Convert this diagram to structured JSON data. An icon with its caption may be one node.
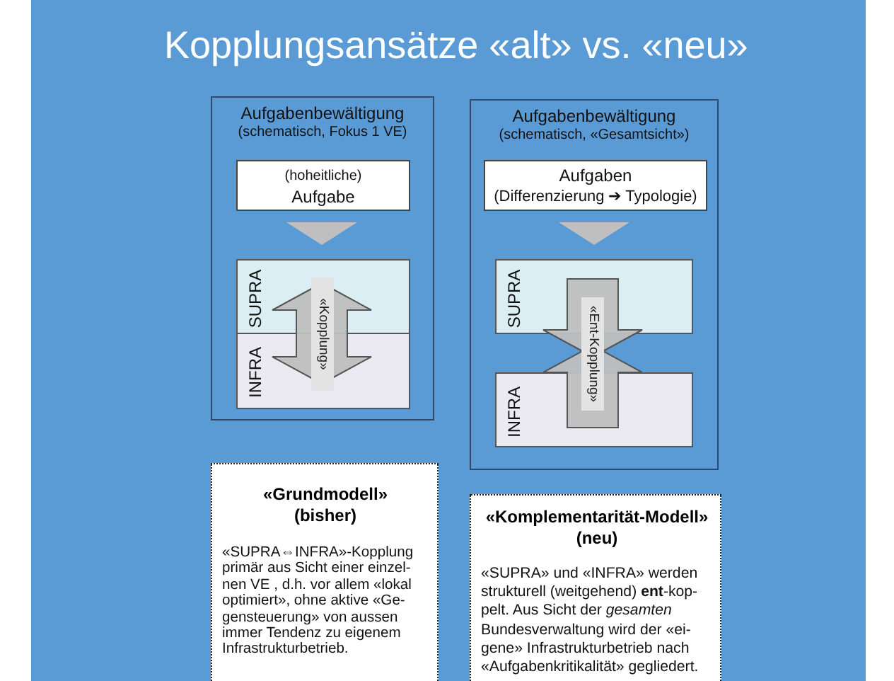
{
  "diagram": {
    "title": "Kopplungsansätze «alt» vs. «neu»",
    "nodes": [
      {
        "text": [
          "Aufgabenbewältigung",
          "(schematisch, Fokus 1 VE)"
        ]
      },
      {
        "text": [
          "(hoheitliche)",
          "Aufgabe"
        ],
        "in": 0
      },
      {
        "text": [
          "SUPRA"
        ],
        "in": 0
      },
      {
        "text": [
          "INFRA"
        ],
        "in": 0
      },
      {
        "text": [
          "Aufgabenbewältigung",
          "(schematisch, «Gesamtsicht»)"
        ]
      },
      {
        "text": [
          "Aufgaben",
          "(Differenzierung ➔ Typologie)"
        ],
        "in": 4
      },
      {
        "text": [
          "SUPRA"
        ],
        "in": 4
      },
      {
        "text": [
          "INFRA"
        ],
        "in": 4
      },
      {
        "text": [
          "«Grundmodell» (bisher)",
          "«SUPRA⇔INFRA»-Kopplung primär aus Sicht einer einzel- nen VE , d.h. vor allem «lokal optimiert», ohne aktive «Ge- gensteuerung» von aussen immer Tendenz zu eigenem Infrastrukturbetrieb."
        ]
      },
      {
        "text": [
          "«Komplementarität-Modell» (neu)",
          "«SUPRA» und «INFRA» werden strukturell (weitgehend) **ent**-kop- pelt. Aus Sicht der *gesamten* Bundesverwaltung wird der «ei- gene» Infrastrukturbetrieb nach «Aufgabenkritikalität» gegliedert."
        ]
      }
    ],
    "edges": [
      {
        "from": 1,
        "to": 2,
        "arrow": "to"
      },
      {
        "from": 5,
        "to": 6,
        "arrow": "to"
      },
      {
        "from": 2,
        "to": 3,
        "arrow": "both",
        "label": "«Kopplung»"
      },
      {
        "from": 6,
        "to": 7,
        "arrow": "to",
        "label": "«Ent-Kopplung»"
      },
      {
        "from": 7,
        "to": 6,
        "arrow": "to"
      }
    ]
  }
}
